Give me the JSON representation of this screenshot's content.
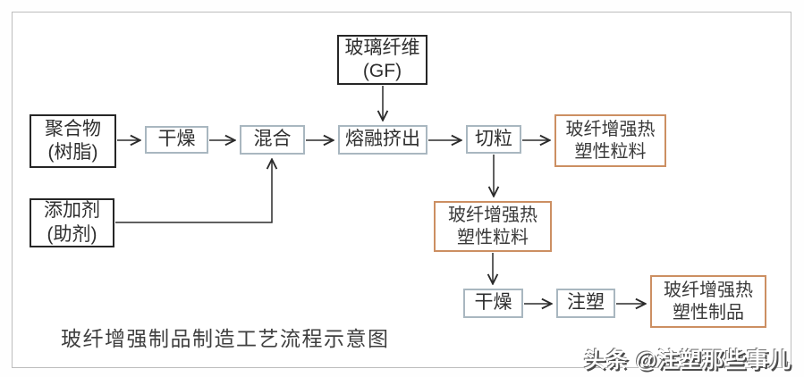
{
  "diagram": {
    "caption": "玻纤增强制品制造工艺流程示意图",
    "watermark": "头条 @注塑那些事儿",
    "colors": {
      "input_box_border": "#262626",
      "process_box_border": "#a9b7c0",
      "product_box_border": "#cc8f62",
      "arrow": "#2b2b2b",
      "text": "#333333",
      "frame_border": "#bdbdbd",
      "background": "#ffffff"
    },
    "nodes": {
      "glass_fiber": {
        "line1": "玻璃纤维",
        "line2": "(GF)"
      },
      "polymer": {
        "line1": "聚合物",
        "line2": "(树脂)"
      },
      "additive": {
        "line1": "添加剂",
        "line2": "(助剂)"
      },
      "drying1": {
        "label": "干燥"
      },
      "mixing": {
        "label": "混合"
      },
      "melt_extrusion": {
        "label": "熔融挤出"
      },
      "pelletizing": {
        "label": "切粒"
      },
      "gf_pellets_right": {
        "line1": "玻纤增强热",
        "line2": "塑性粒料"
      },
      "gf_pellets_mid": {
        "line1": "玻纤增强热",
        "line2": "塑性粒料"
      },
      "drying2": {
        "label": "干燥"
      },
      "injection": {
        "label": "注塑"
      },
      "gf_product": {
        "line1": "玻纤增强热",
        "line2": "塑性制品"
      }
    }
  }
}
